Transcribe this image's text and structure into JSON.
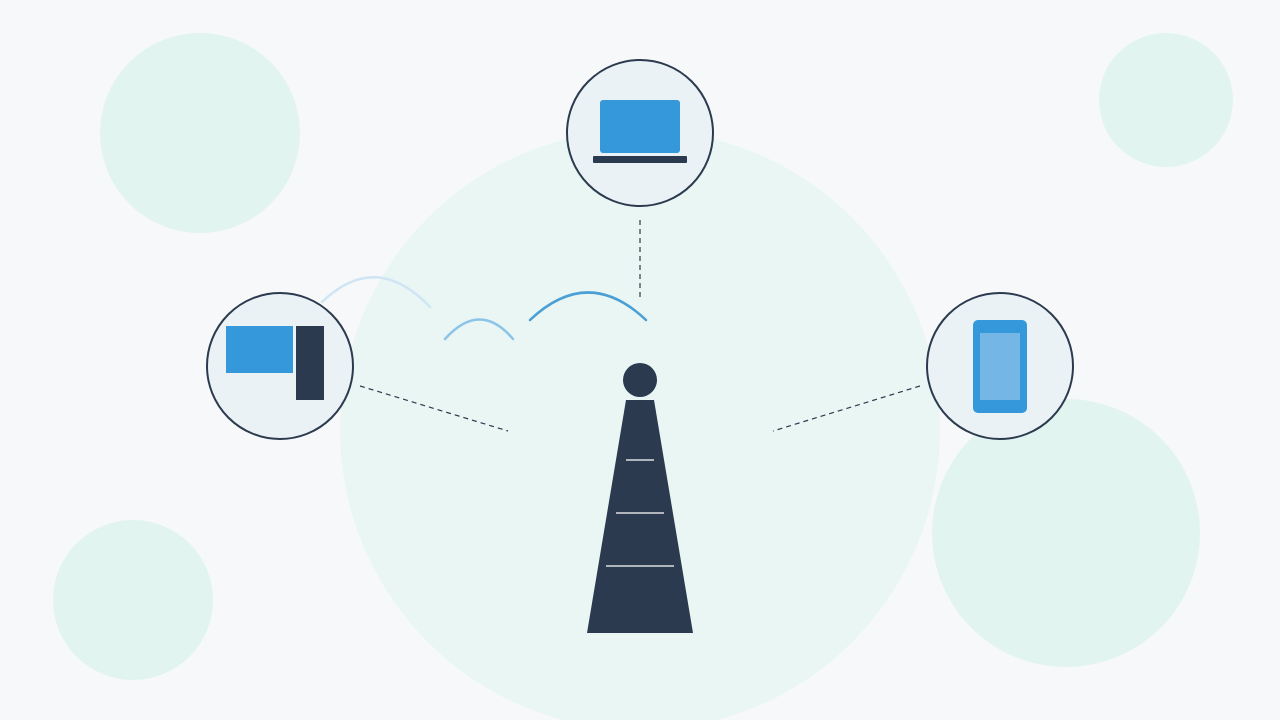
{
  "colors": {
    "background": "#f6f8fa",
    "decor_circle": "#e2f4f0",
    "hub_circle": "#e9f6f4",
    "device_node_fill": "#eaf2f5",
    "device_node_stroke": "#2b3a4e",
    "tower": "#2b3a4e",
    "tower_rungs": "#ffffff",
    "connector": "#2b3a4e",
    "device_primary": "#3498db",
    "device_secondary": "#2b3a4e",
    "phone_screen": "#74b6e6",
    "signal_strong": "#4a9fd5",
    "signal_medium": "#8cc4e8",
    "signal_faint": "#cfe5f4"
  },
  "diagram": {
    "hub": {
      "icon": "cell-tower-icon"
    },
    "devices": [
      {
        "id": "laptop",
        "icon": "laptop-icon"
      },
      {
        "id": "desktop",
        "icon": "desktop-computer-icon"
      },
      {
        "id": "phone",
        "icon": "smartphone-icon"
      }
    ],
    "links": [
      {
        "from": "hub",
        "to": "laptop",
        "style": "dashed"
      },
      {
        "from": "hub",
        "to": "desktop",
        "style": "dashed"
      },
      {
        "from": "hub",
        "to": "phone",
        "style": "dashed"
      }
    ],
    "signal_waves": [
      {
        "strength": "strong"
      },
      {
        "strength": "medium"
      },
      {
        "strength": "faint"
      }
    ]
  }
}
